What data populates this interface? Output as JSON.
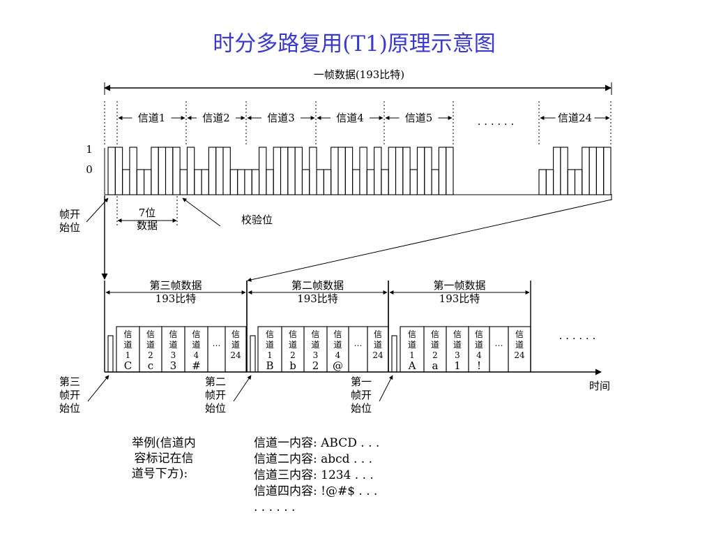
{
  "title": "时分多路复用(T1)原理示意图",
  "frame_length_label": "一帧数据(193比特)",
  "channels_top": [
    "信道1",
    "信道2",
    "信道3",
    "信道4",
    "信道5",
    "信道24"
  ],
  "ellipsis_top": "· · · · · ·",
  "level_labels": [
    "1",
    "0"
  ],
  "frame_start_label": [
    "帧开",
    "始位"
  ],
  "seven_bit_label": [
    "7位",
    "数据"
  ],
  "parity_label": "校验位",
  "frames": [
    {
      "title": "第三帧数据",
      "bits": "193比特",
      "start_label": [
        "第三",
        "帧开",
        "始位"
      ],
      "cells": [
        {
          "lines": [
            "信",
            "道",
            "1",
            "C"
          ]
        },
        {
          "lines": [
            "信",
            "道",
            "2",
            "c"
          ]
        },
        {
          "lines": [
            "信",
            "道",
            "3",
            "3"
          ]
        },
        {
          "lines": [
            "信",
            "道",
            "4",
            "#"
          ]
        },
        {
          "lines": [
            "…"
          ]
        },
        {
          "lines": [
            "信",
            "道",
            "24"
          ]
        }
      ]
    },
    {
      "title": "第二帧数据",
      "bits": "193比特",
      "start_label": [
        "第二",
        "帧开",
        "始位"
      ],
      "cells": [
        {
          "lines": [
            "信",
            "道",
            "1",
            "B"
          ]
        },
        {
          "lines": [
            "信",
            "道",
            "2",
            "b"
          ]
        },
        {
          "lines": [
            "信",
            "道",
            "3",
            "2"
          ]
        },
        {
          "lines": [
            "信",
            "道",
            "4",
            "@"
          ]
        },
        {
          "lines": [
            "…"
          ]
        },
        {
          "lines": [
            "信",
            "道",
            "24"
          ]
        }
      ]
    },
    {
      "title": "第一帧数据",
      "bits": "193比特",
      "start_label": [
        "第一",
        "帧开",
        "始位"
      ],
      "cells": [
        {
          "lines": [
            "信",
            "道",
            "1",
            "A"
          ]
        },
        {
          "lines": [
            "信",
            "道",
            "2",
            "a"
          ]
        },
        {
          "lines": [
            "信",
            "道",
            "3",
            "1"
          ]
        },
        {
          "lines": [
            "信",
            "道",
            "4",
            "!"
          ]
        },
        {
          "lines": [
            "…"
          ]
        },
        {
          "lines": [
            "信",
            "道",
            "24"
          ]
        }
      ]
    }
  ],
  "trailing_ellipsis": "· · ·   · · ·",
  "time_label": "时间",
  "example": {
    "caption": [
      "举例(信道内",
      "容标记在信",
      "道号下方):"
    ],
    "rows": [
      "信道一内容: ABCD . . .",
      "信道二内容: abcd . . .",
      "信道三内容: 1234 . . .",
      "信道四内容: !@#$ . . .",
      ". . .   . . ."
    ]
  }
}
